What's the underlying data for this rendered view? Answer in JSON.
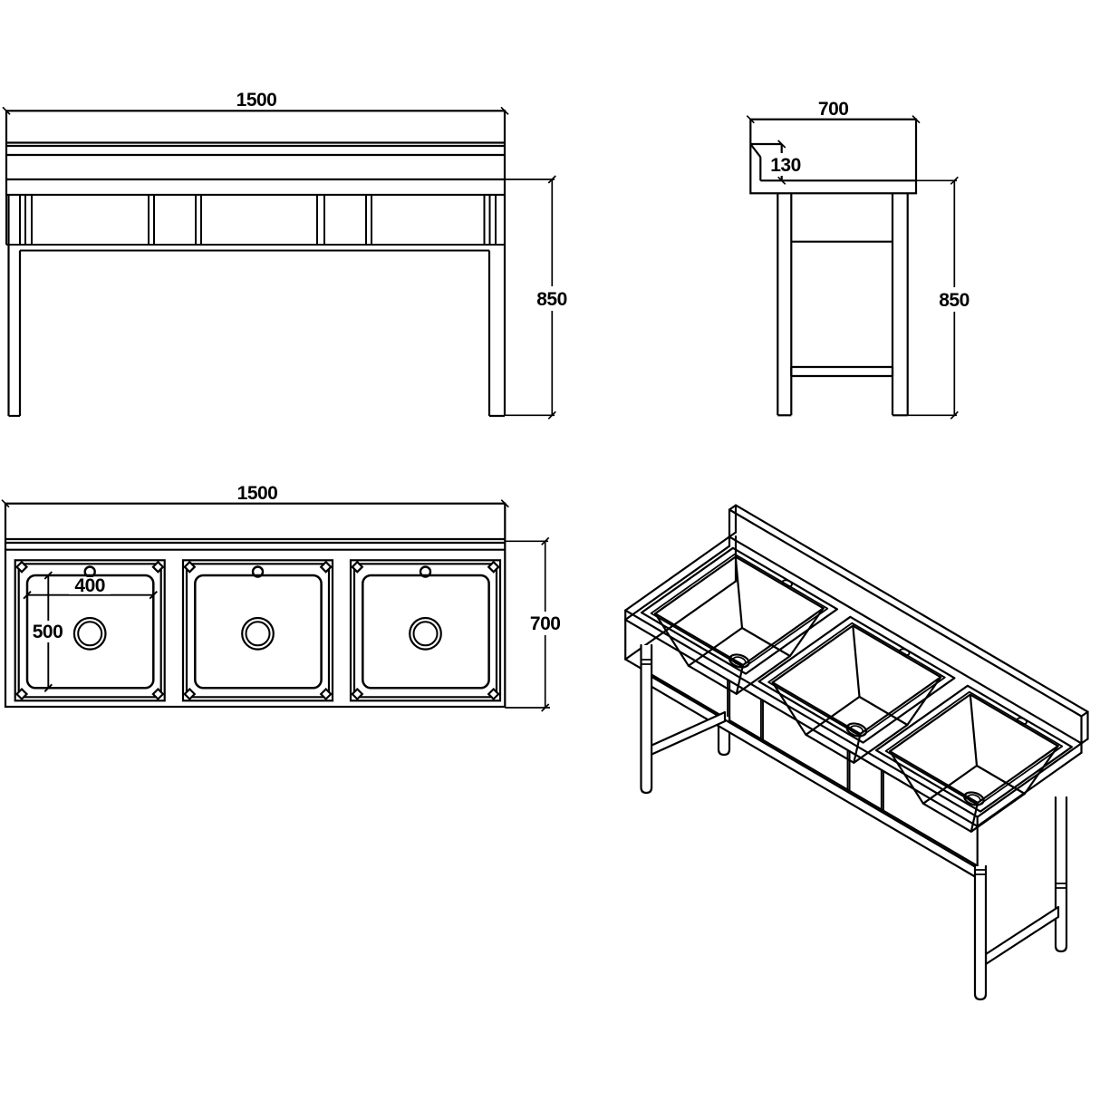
{
  "views": {
    "front_elevation": {
      "width_label": "1500",
      "height_label": "850"
    },
    "side_elevation": {
      "depth_label": "700",
      "backsplash_label": "130",
      "height_label": "850"
    },
    "plan_view": {
      "width_label": "1500",
      "depth_label": "700",
      "bowl_width_label": "400",
      "bowl_depth_label": "500"
    }
  },
  "colors": {
    "line_color": "#000000",
    "background_color": "#ffffff"
  }
}
